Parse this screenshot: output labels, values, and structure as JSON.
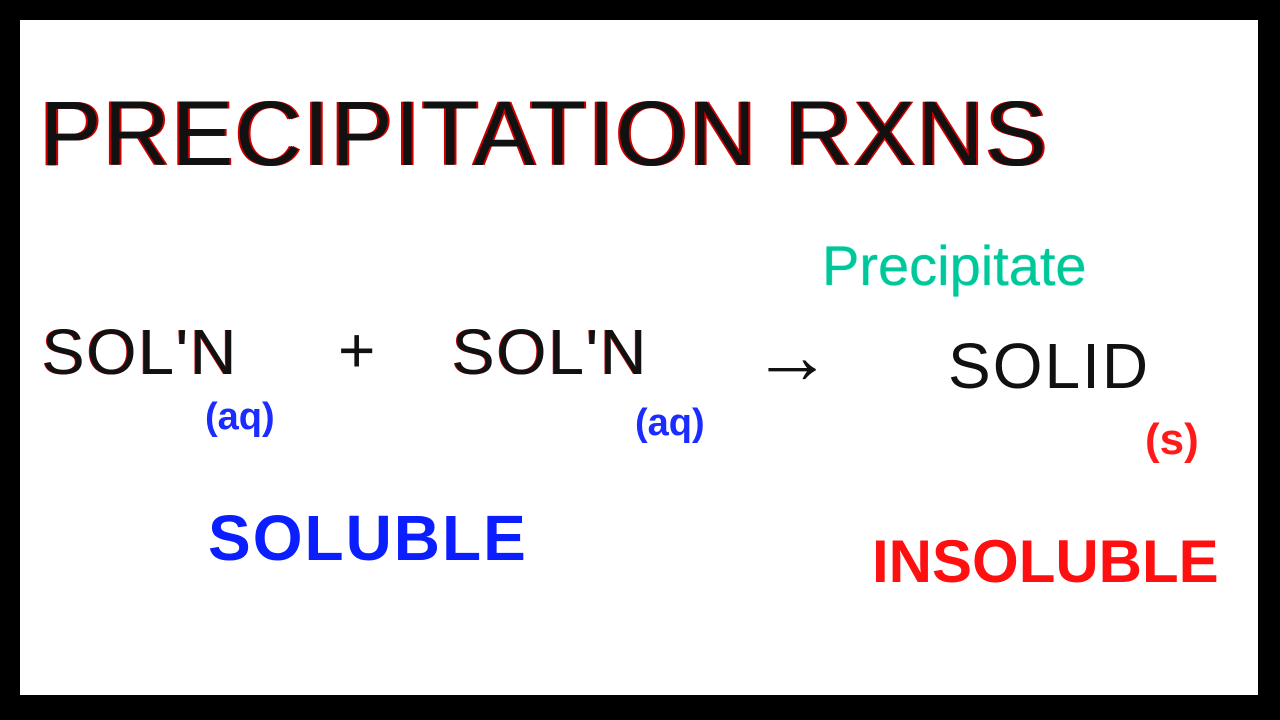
{
  "title": "PRECIPITATION RXNS",
  "label_precipitate": "Precipitate",
  "equation": {
    "reactant1": "SOL'N",
    "reactant1_state": "(aq)",
    "plus": "+",
    "reactant2": "SOL'N",
    "reactant2_state": "(aq)",
    "arrow": "→",
    "product": "SOLID",
    "product_state": "(s)"
  },
  "label_soluble": "SOLUBLE",
  "label_insoluble": "INSOLUBLE",
  "colors": {
    "soluble": "#0a1eff",
    "insoluble": "#ff1010",
    "precipitate": "#00c79a"
  }
}
